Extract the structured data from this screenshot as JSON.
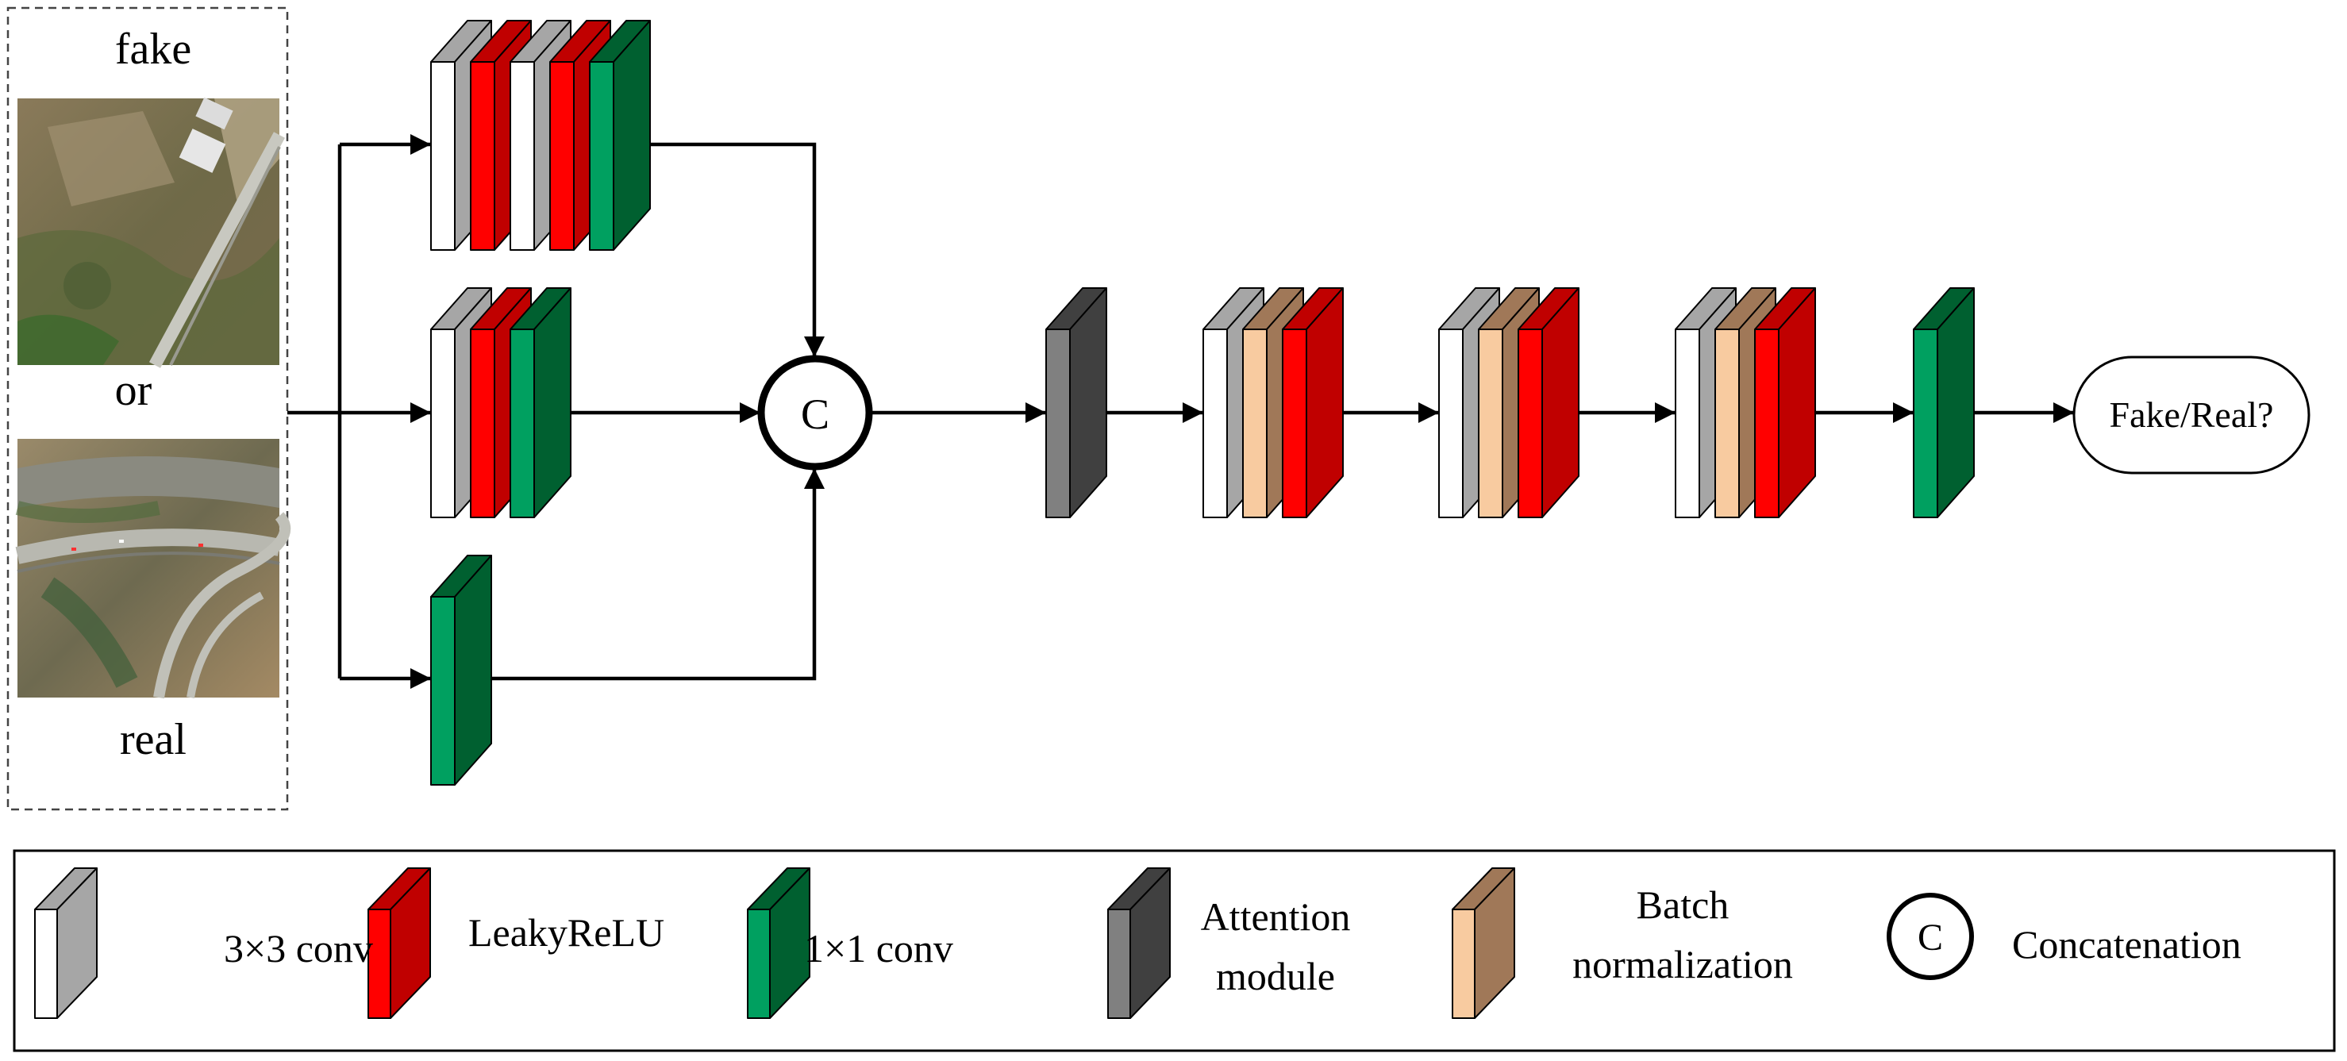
{
  "input_panel": {
    "label_top": "fake",
    "label_middle": "or",
    "label_bottom": "real"
  },
  "concat_symbol": "C",
  "output_label": "Fake/Real?",
  "legend": {
    "conv3": "3×3 conv",
    "leaky": "LeakyReLU",
    "conv1": "1×1 conv",
    "attention_line1": "Attention",
    "attention_line2": "module",
    "bn_line1": "Batch",
    "bn_line2": "normalization",
    "concat_symbol": "C",
    "concat": "Concatenation"
  },
  "colors": {
    "conv3x3": "#ffffff",
    "conv3x3_top": "#a6a6a6",
    "leakyrelu": "#ff0000",
    "leakyrelu_side": "#c00000",
    "conv1x1": "#00a060",
    "conv1x1_side": "#006030",
    "attention": "#808080",
    "attention_side": "#404040",
    "batchnorm": "#f8cba0",
    "batchnorm_side": "#a07858"
  },
  "icons": [
    "dashed-panel",
    "satellite-image-fake",
    "satellite-image-real",
    "arrow-icon",
    "concat-icon",
    "layer-block-icon"
  ]
}
